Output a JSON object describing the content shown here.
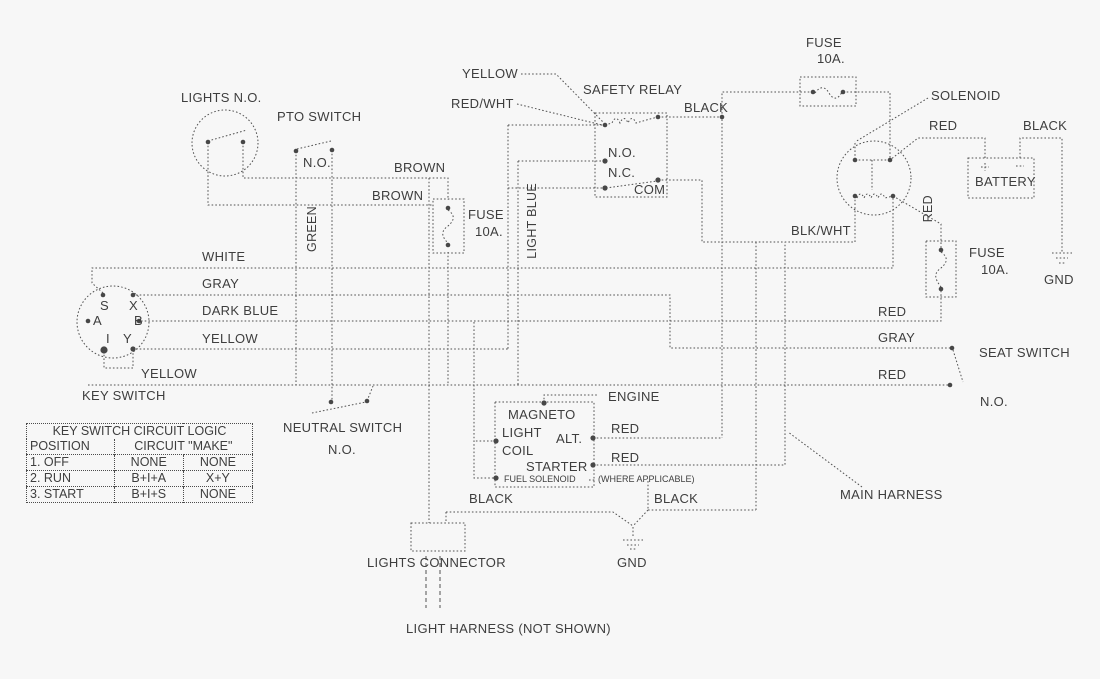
{
  "colors": {
    "background": "#f7f7f7",
    "line": "#515151",
    "text": "#3e3e3e"
  },
  "top_left": {
    "lights_label": "LIGHTS N.O.",
    "pto_label": "PTO SWITCH",
    "pto_no": "N.O.",
    "brown_upper": "BROWN",
    "brown_lower": "BROWN",
    "green": "GREEN"
  },
  "fuse_mid": {
    "name": "FUSE",
    "rating": "10A."
  },
  "relay": {
    "title": "SAFETY RELAY",
    "yellow": "YELLOW",
    "red_wht": "RED/WHT",
    "black": "BLACK",
    "no": "N.O.",
    "nc": "N.C.",
    "com": "COM",
    "light_blue": "LIGHT BLUE"
  },
  "top_right": {
    "fuse_name": "FUSE",
    "fuse_rating": "10A.",
    "solenoid": "SOLENOID",
    "red": "RED",
    "black": "BLACK",
    "battery": "BATTERY",
    "plus": "+",
    "minus": "−",
    "gnd": "GND",
    "red_vertical": "RED",
    "fuse2_name": "FUSE",
    "fuse2_rating": "10A.",
    "blk_wht": "BLK/WHT"
  },
  "key_switch": {
    "white": "WHITE",
    "gray": "GRAY",
    "dark_blue": "DARK BLUE",
    "yellow": "YELLOW",
    "yellow_loop": "YELLOW",
    "label": "KEY SWITCH",
    "terminals": [
      "S",
      "X",
      "A",
      "B",
      "I",
      "Y"
    ]
  },
  "logic_table": {
    "title": "KEY SWITCH CIRCUIT LOGIC",
    "col_position": "POSITION",
    "col_circuit": "CIRCUIT \"MAKE\"",
    "rows": [
      [
        "1. OFF",
        "NONE",
        "NONE"
      ],
      [
        "2. RUN",
        "B+I+A",
        "X+Y"
      ],
      [
        "3. START",
        "B+I+S",
        "NONE"
      ]
    ]
  },
  "neutral_switch": {
    "label": "NEUTRAL SWITCH",
    "no": "N.O."
  },
  "engine": {
    "label": "ENGINE",
    "magneto": "MAGNETO",
    "light": "LIGHT",
    "coil": "COIL",
    "alt": "ALT.",
    "starter": "STARTER",
    "fuel_solenoid": "FUEL SOLENOID",
    "where_applicable": "(WHERE APPLICABLE)",
    "red_alt": "RED",
    "red_starter": "RED"
  },
  "right_side": {
    "red_fuse": "RED",
    "gray_seat": "GRAY",
    "red_seat": "RED",
    "seat_switch": "SEAT SWITCH",
    "seat_no": "N.O.",
    "main_harness": "MAIN HARNESS"
  },
  "bottom": {
    "black_left": "BLACK",
    "black_right": "BLACK",
    "gnd": "GND",
    "lights_connector": "LIGHTS CONNECTOR",
    "light_harness": "LIGHT HARNESS (NOT SHOWN)"
  }
}
